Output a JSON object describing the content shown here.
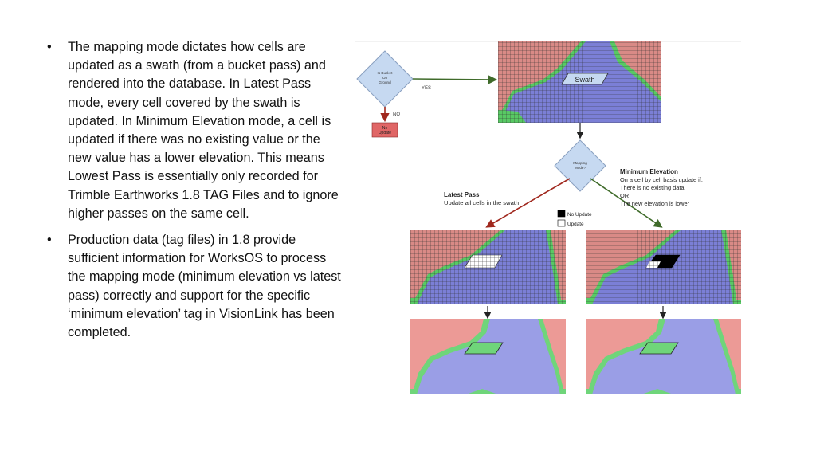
{
  "bullets": [
    "The mapping mode dictates how cells are updated as a swath (from a bucket pass) and rendered into the database. In Latest Pass mode, every cell covered by the swath is updated. In Minimum Elevation mode, a cell is updated if there was no existing value or the new value has a lower elevation. This means Lowest Pass is essentially only recorded for Trimble Earthworks 1.8 TAG Files and to ignore higher passes on the same cell.",
    "Production data (tag files) in 1.8 provide sufficient information for WorksOS to process the mapping mode (minimum elevation vs latest pass) correctly and support for the specific ‘minimum elevation’ tag in VisionLink has been completed."
  ],
  "bullet_char": "•",
  "diagram": {
    "decision1": [
      "Is Bucket",
      "On",
      "Ground"
    ],
    "yes_label": "YES",
    "no_label": "NO",
    "no_update_box": [
      "No",
      "Update"
    ],
    "swath_label": "Swath",
    "decision2": [
      "Mapping",
      "Mode?"
    ],
    "latest_pass": {
      "title": "Latest Pass",
      "desc": "Update all cells in the swath"
    },
    "minimum_elevation": {
      "title": "Minimum Elevation",
      "lines": [
        "On a cell by cell basis update if:",
        "There is no existing data",
        "OR",
        "The new elevation is lower"
      ]
    },
    "legend": {
      "no_update": "No Update",
      "update": "Update"
    }
  },
  "colors": {
    "red_region": "#d98a86",
    "blue_region": "#7b7fd6",
    "green_edge": "#58c964",
    "decision_fill": "#c6d9f1",
    "arrow_red": "#a0281e",
    "arrow_green": "#3f6b2a",
    "no_update_fill": "#e06666"
  }
}
